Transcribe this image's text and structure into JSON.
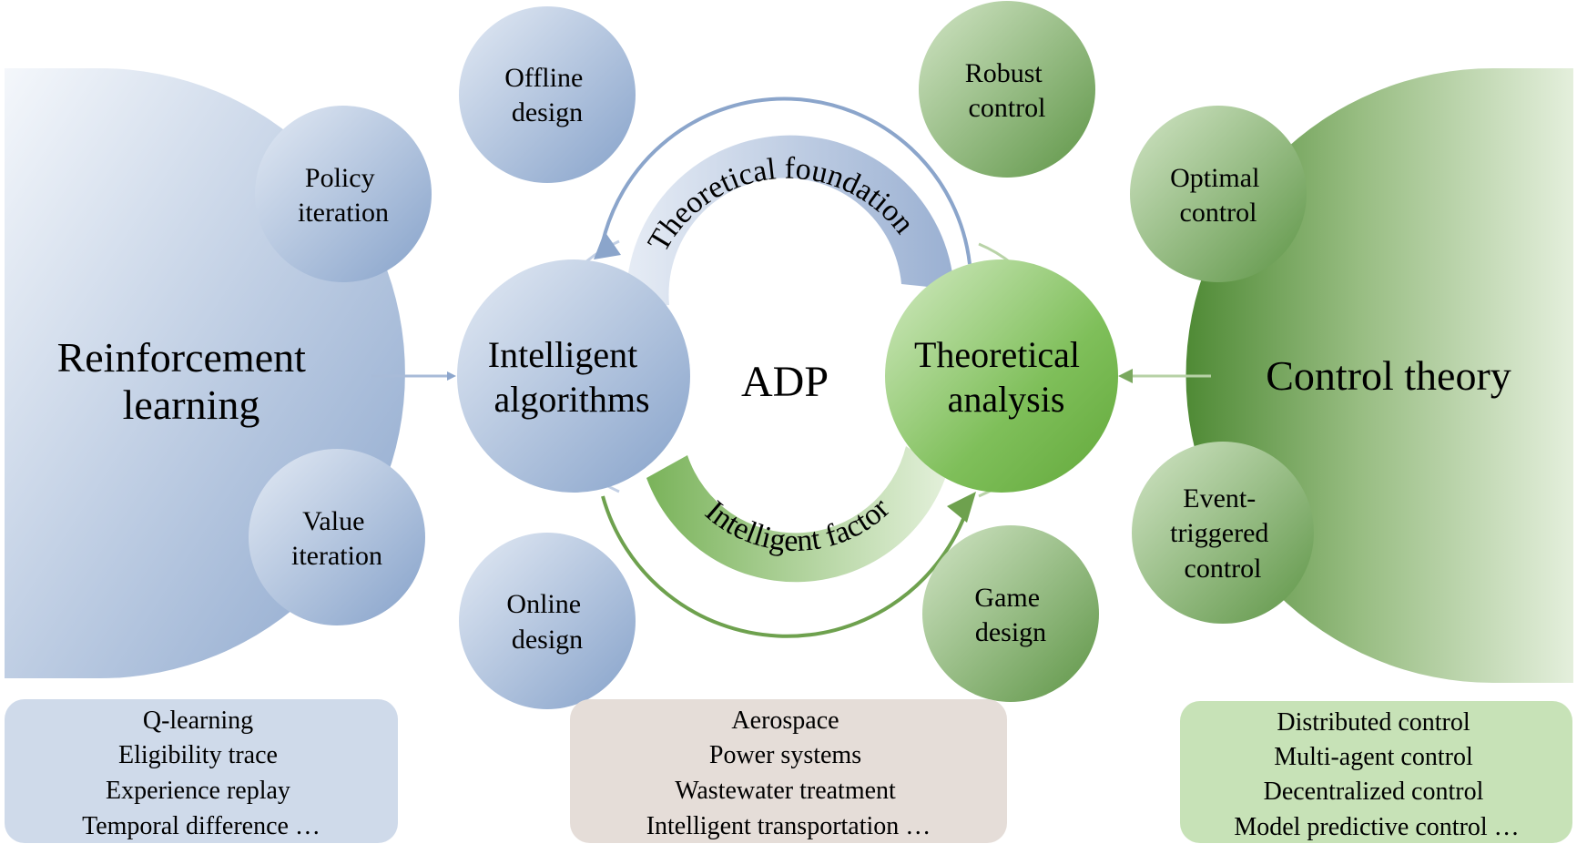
{
  "center": {
    "label": "ADP"
  },
  "left_region": {
    "label_lines": [
      "Reinforcement",
      "learning"
    ]
  },
  "right_region": {
    "label_lines": [
      "Control theory"
    ]
  },
  "hubs": {
    "intelligent_algorithms": [
      "Intelligent",
      "algorithms"
    ],
    "theoretical_analysis": [
      "Theoretical",
      "analysis"
    ]
  },
  "bubbles": {
    "policy_iteration": [
      "Policy",
      "iteration"
    ],
    "value_iteration": [
      "Value",
      "iteration"
    ],
    "offline_design": [
      "Offline",
      "design"
    ],
    "online_design": [
      "Online",
      "design"
    ],
    "robust_control": [
      "Robust",
      "control"
    ],
    "game_design": [
      "Game",
      "design"
    ],
    "optimal_control": [
      "Optimal",
      "control"
    ],
    "event_triggered_control": [
      "Event-",
      "triggered",
      "control"
    ]
  },
  "arcs": {
    "top": "Theoretical foundation",
    "bottom": "Intelligent factor"
  },
  "boxes": {
    "left": [
      "Q-learning",
      "Eligibility trace",
      "Experience replay",
      "Temporal difference …"
    ],
    "middle": [
      "Aerospace",
      "Power systems",
      "Wastewater treatment",
      "Intelligent transportation …"
    ],
    "right": [
      "Distributed control",
      "Multi-agent control",
      "Decentralized control",
      "Model predictive control …"
    ]
  },
  "colors": {
    "blue_dark": "#7f9cc6",
    "blue_light": "#e9eff7",
    "green_dark": "#5a8f3e",
    "green_light": "#d7e8cb",
    "box_blue": "#cfdaea",
    "box_beige": "#e5ddd8",
    "box_green": "#c7e2b7"
  }
}
